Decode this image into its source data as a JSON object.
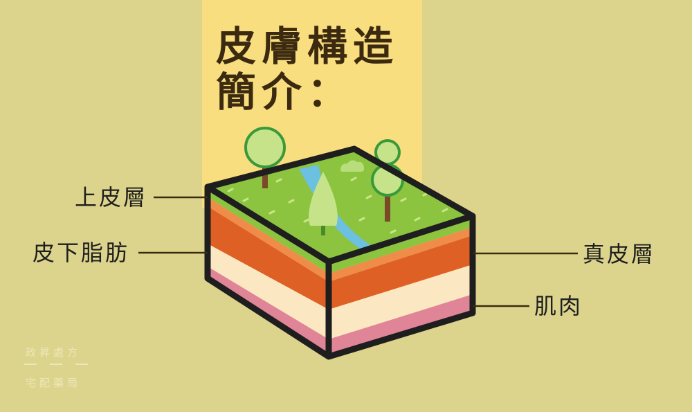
{
  "title": {
    "line1": "皮膚構造",
    "line2": "簡介："
  },
  "labels": {
    "epidermis": "上皮層",
    "subcutaneous_fat": "皮下脂肪",
    "dermis": "真皮層",
    "muscle": "肌肉"
  },
  "watermark": {
    "line1": "政昇處方",
    "line2": "宅配藥局"
  },
  "colors": {
    "background": "#dcd48c",
    "title_stripe": "#f8de7e",
    "grass": "#8cc440",
    "river": "#6cc0e0",
    "epidermis_layer": "#f08c4a",
    "dermis_layer": "#de6024",
    "fat_layer": "#fbe8c2",
    "muscle_layer": "#e08498",
    "outline": "#1e1e1e"
  }
}
